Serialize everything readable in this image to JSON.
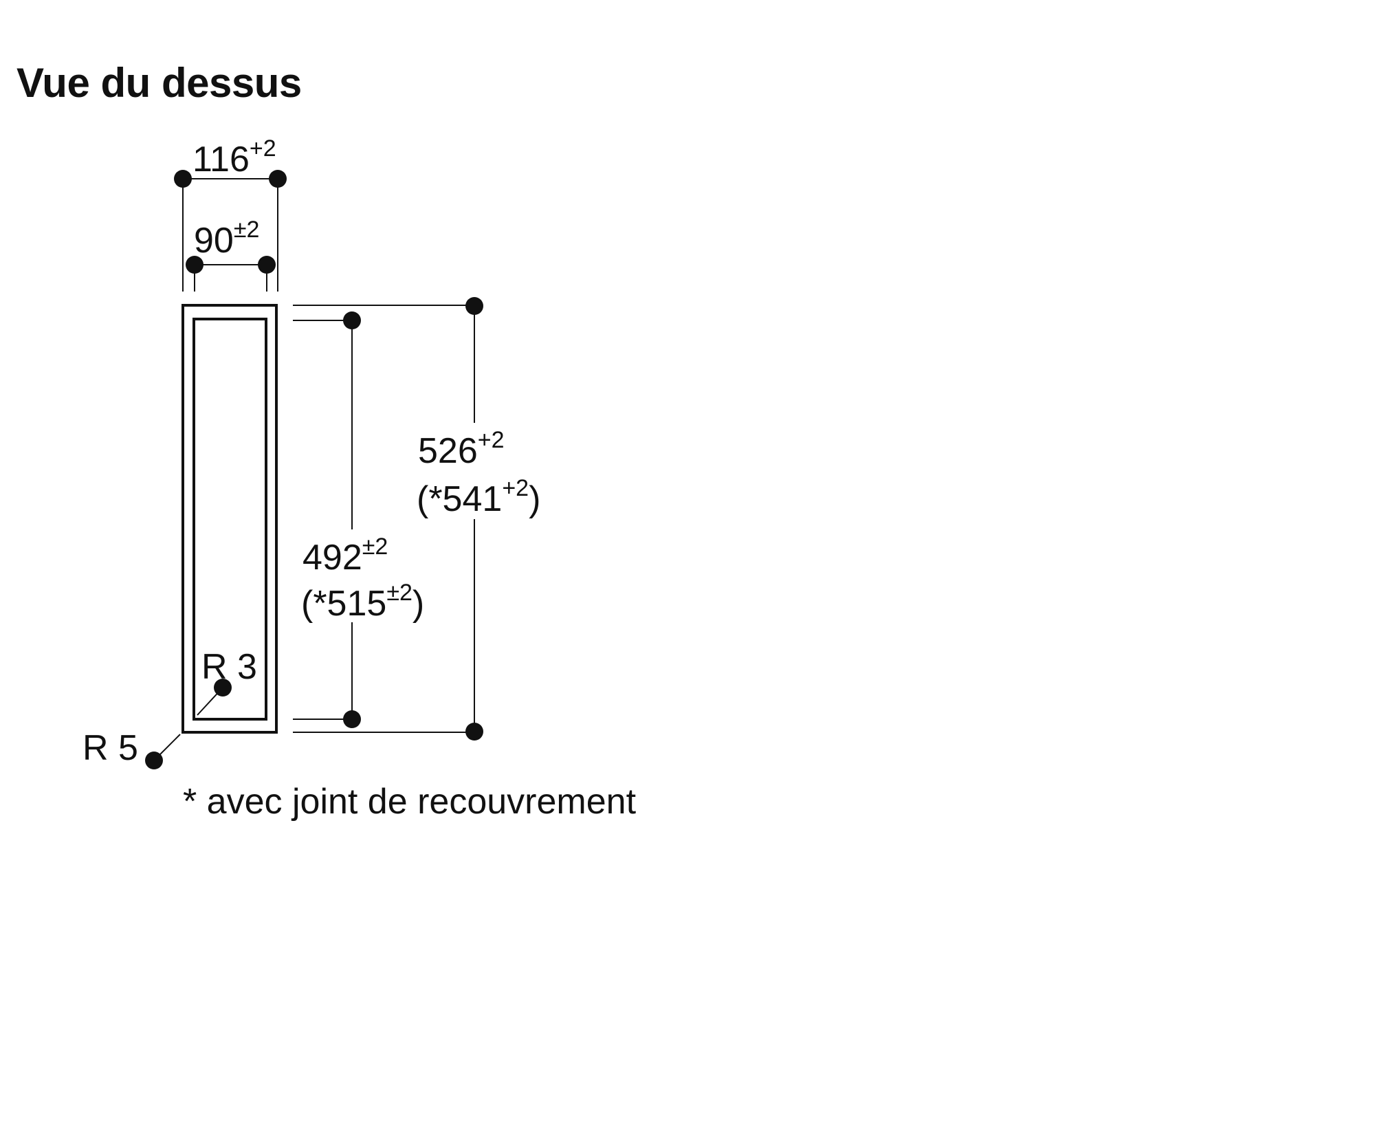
{
  "title": "Vue du dessus",
  "dimensions": {
    "outer_width": {
      "value": "116",
      "tolerance": "+2"
    },
    "inner_width": {
      "value": "90",
      "tolerance": "±2"
    },
    "inner_height": {
      "value": "492",
      "tolerance": "±2",
      "alt_value": "(*515",
      "alt_tolerance": "±2",
      "alt_close": ")"
    },
    "outer_height": {
      "value": "526",
      "tolerance": "+2",
      "alt_value": "(*541",
      "alt_tolerance": "+2",
      "alt_close": ")"
    },
    "inner_radius": "R 3",
    "outer_radius": "R 5"
  },
  "footnote": "* avec joint de recouvrement",
  "colors": {
    "line": "#111111",
    "background": "#ffffff"
  }
}
